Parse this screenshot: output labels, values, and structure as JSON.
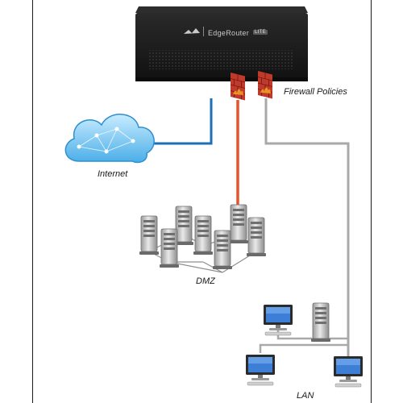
{
  "router": {
    "brand_label": "EdgeRouter",
    "model_badge": "LITE"
  },
  "labels": {
    "firewall": "Firewall Policies",
    "internet": "Internet",
    "dmz": "DMZ",
    "lan": "LAN"
  },
  "colors": {
    "internet_link": "#1f6fb5",
    "dmz_link": "#e8542a",
    "lan_link": "#a9a9a9",
    "router_body": "#1c1c1c",
    "firewall_brick": "#c0392b"
  },
  "icons": {
    "router": "router-icon",
    "firewall": "firewall-icon",
    "cloud": "cloud-network-icon",
    "server": "server-tower-icon",
    "workstation": "desktop-computer-icon"
  }
}
